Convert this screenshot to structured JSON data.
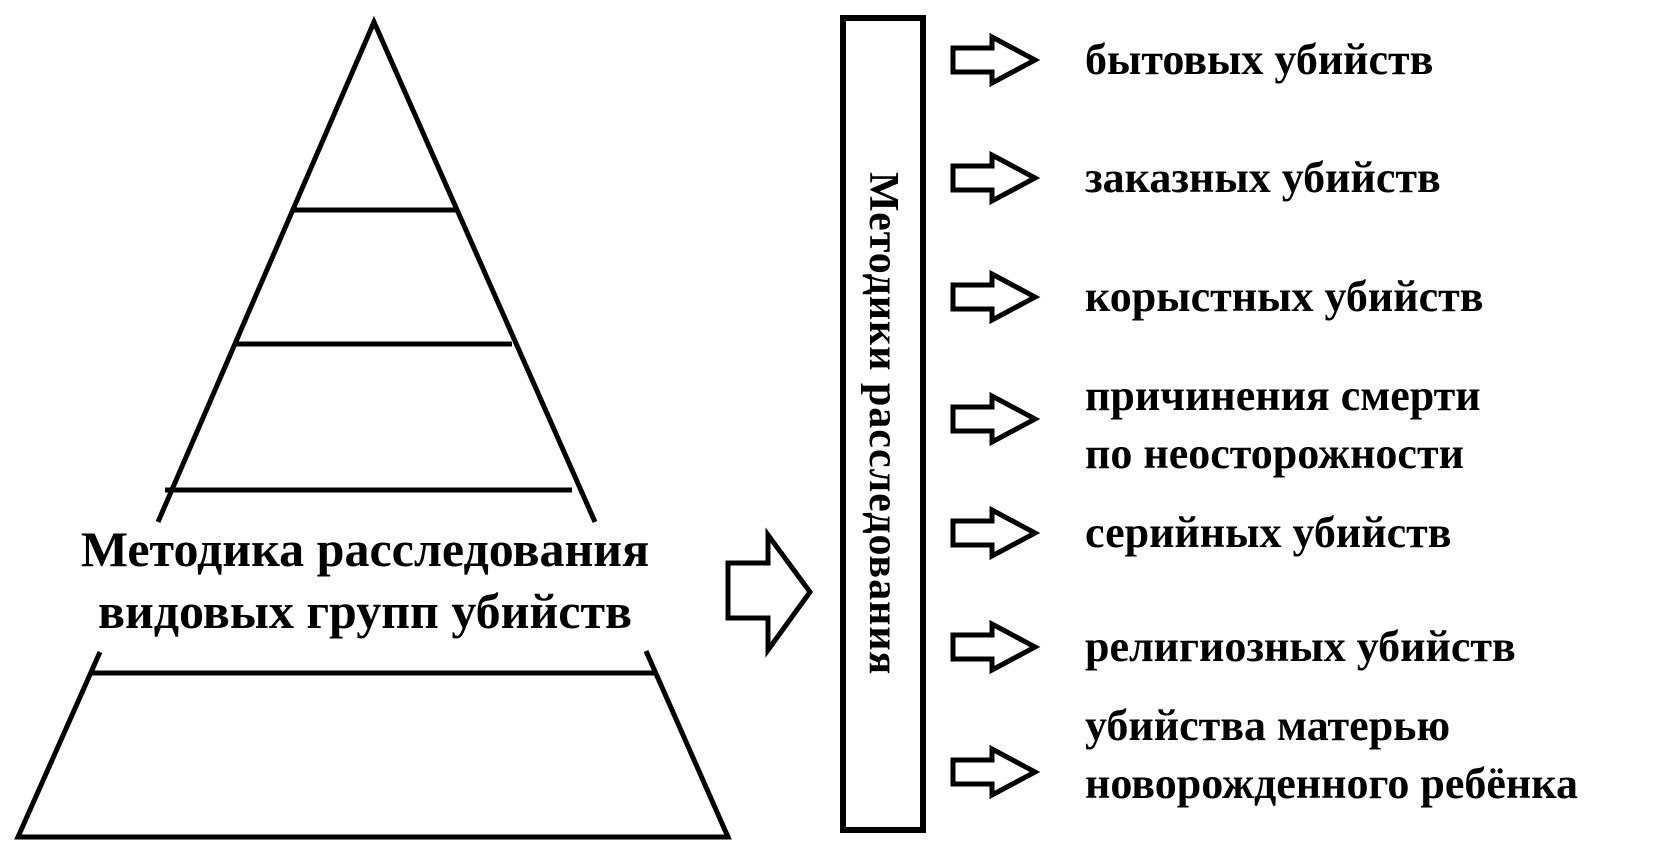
{
  "diagram": {
    "pyramid": {
      "label": "Методика расследования\nвидовых групп убийств",
      "levels_count": 5
    },
    "bar": {
      "label": "Методики расследования"
    },
    "methods": [
      {
        "label": "бытовых убийств"
      },
      {
        "label": "заказных убийств"
      },
      {
        "label": "корыстных убийств"
      },
      {
        "label": "причинения смерти\nпо неосторожности"
      },
      {
        "label": "серийных убийств"
      },
      {
        "label": "религиозных убийств"
      },
      {
        "label": "убийства матерью\nноворожденного ребёнка"
      }
    ],
    "colors": {
      "ink": "#000000",
      "background": "#ffffff"
    }
  }
}
